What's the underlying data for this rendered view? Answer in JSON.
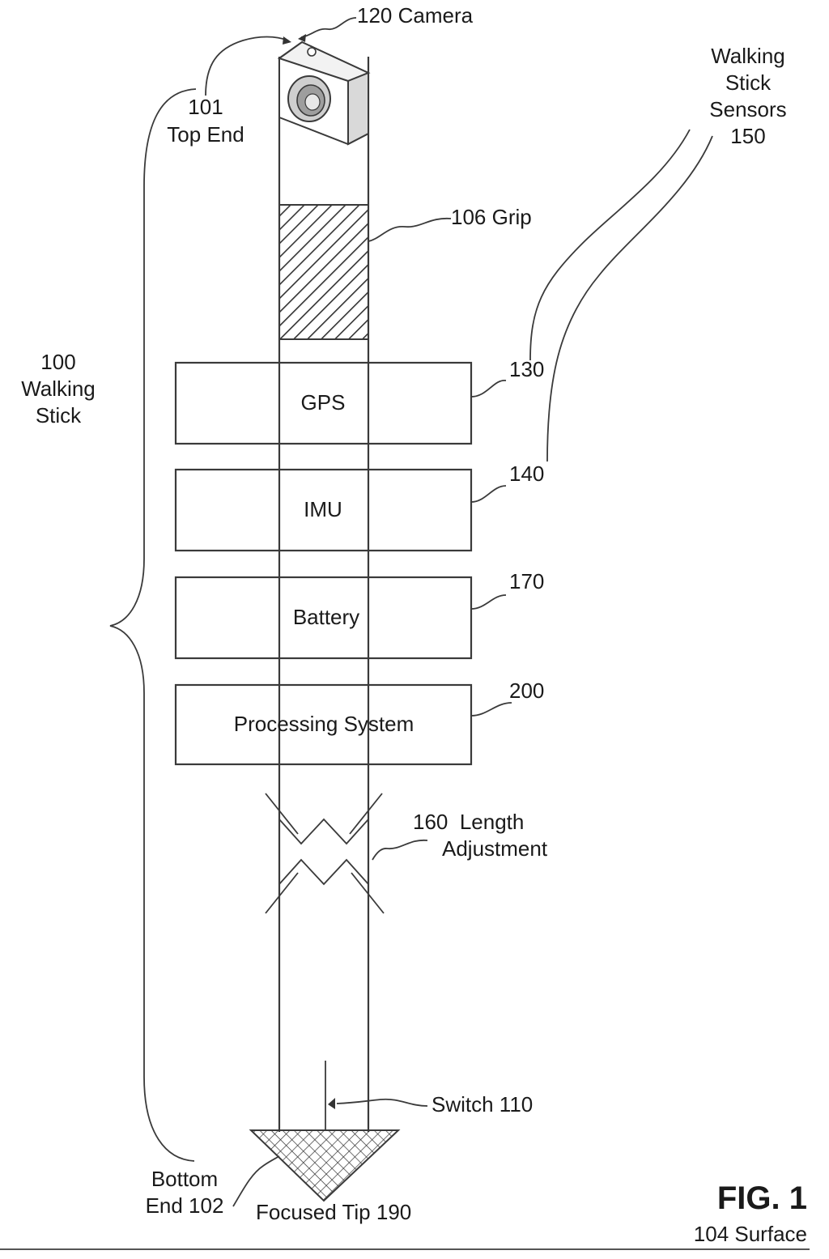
{
  "labels": {
    "camera": "120 Camera",
    "sensors": [
      "Walking",
      "Stick",
      "Sensors",
      "150"
    ],
    "top_end": [
      "101",
      "Top End"
    ],
    "grip": "106 Grip",
    "walking_stick": [
      "100",
      "Walking",
      "Stick"
    ],
    "ref_130": "130",
    "ref_140": "140",
    "ref_170": "170",
    "ref_200": "200",
    "length_adjustment": [
      "160  Length",
      "Adjustment"
    ],
    "switch": "Switch 110",
    "bottom_end": [
      "Bottom",
      "End 102"
    ],
    "focused_tip": "Focused Tip 190",
    "fig": "FIG. 1",
    "surface": "104 Surface"
  },
  "boxes": {
    "gps": "GPS",
    "imu": "IMU",
    "battery": "Battery",
    "processing": "Processing System"
  }
}
